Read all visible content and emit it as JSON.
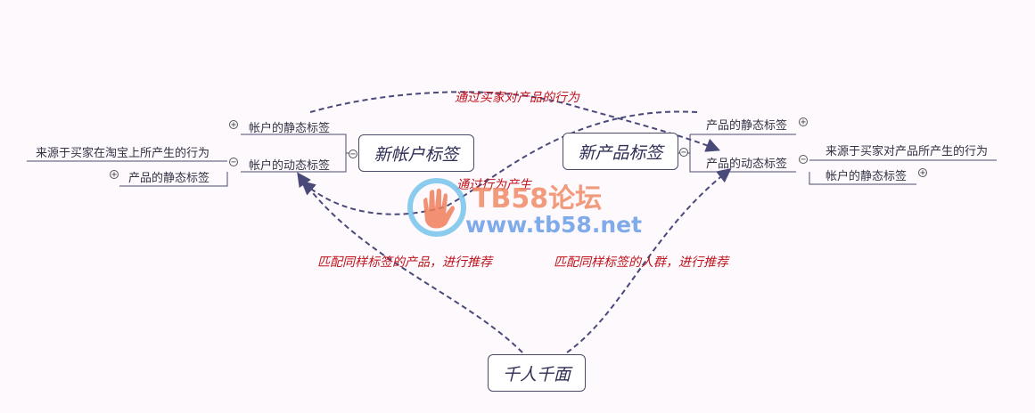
{
  "central_node": {
    "label": "千人千面"
  },
  "account_tags": {
    "label": "新帐户标签",
    "static_tag": "帐户的静态标签",
    "dynamic_tag": "帐户的动态标签",
    "dynamic_source": "来源于买家在淘宝上所产生的行为",
    "dynamic_child": "产品的静态标签"
  },
  "product_tags": {
    "label": "新产品标签",
    "static_tag": "产品的静态标签",
    "dynamic_tag": "产品的动态标签",
    "dynamic_source": "来源于买家对产品所产生的行为",
    "dynamic_child": "帐户的静态标签"
  },
  "relations": {
    "top": "通过买家对产品的行为",
    "middle": "通过行为产生",
    "left": "匹配同样标签的产品，进行推荐",
    "right": "匹配同样标签的人群，进行推荐"
  },
  "toggle_symbols": {
    "expand": "+",
    "collapse": "−"
  },
  "watermark": {
    "title": "TB58论坛",
    "url": "www.tb58.net"
  },
  "colors": {
    "connector": "#4a4a7a",
    "relation_text": "#c0141c",
    "watermark_orange": "#f08a66",
    "watermark_blue": "#6a9ee8"
  }
}
